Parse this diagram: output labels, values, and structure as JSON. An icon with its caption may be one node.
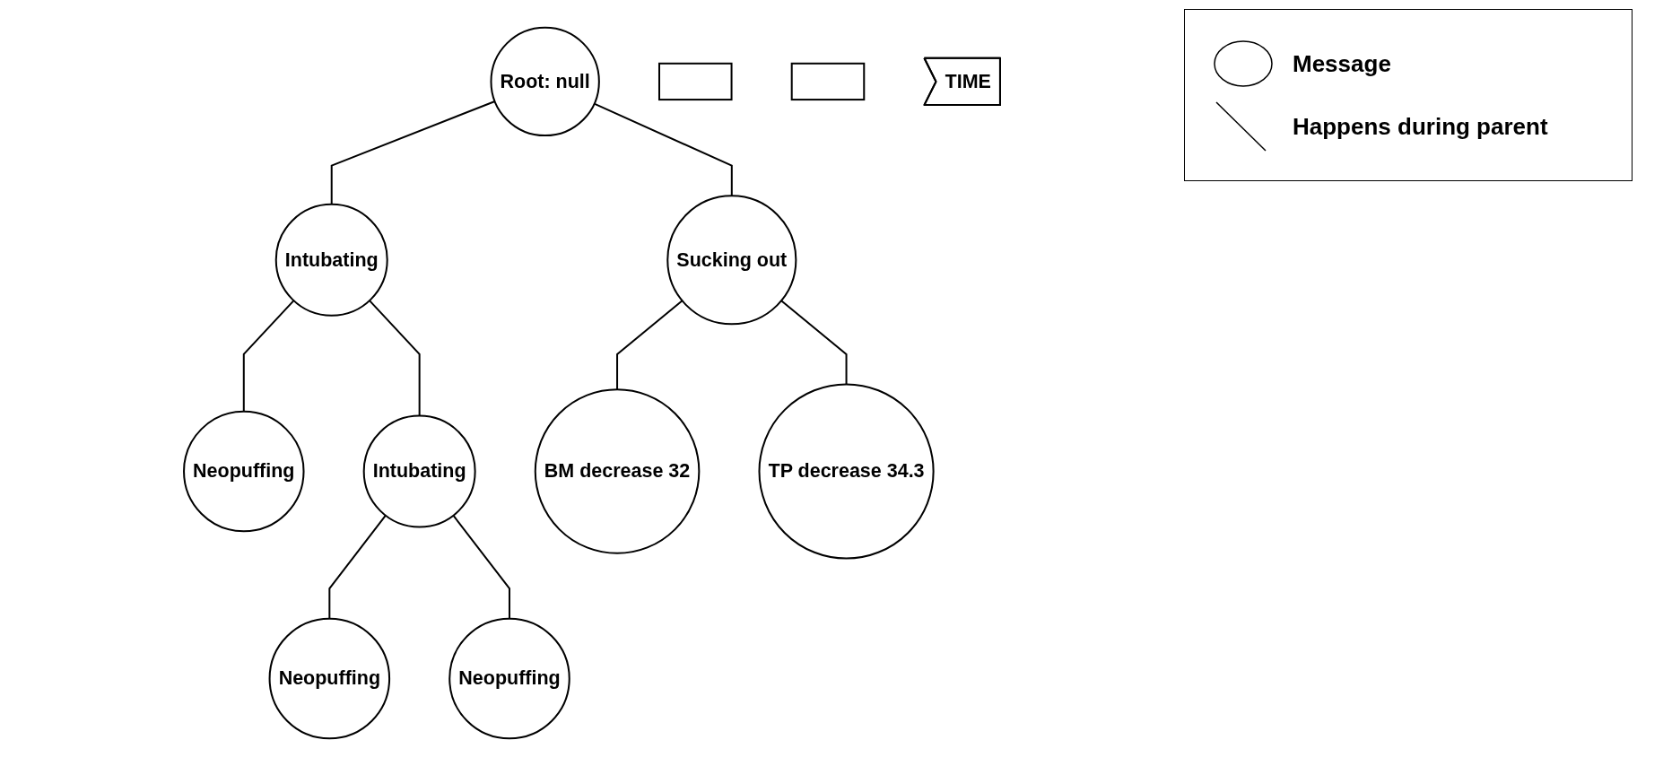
{
  "diagram": {
    "nodes": [
      {
        "text": [
          "Root: null"
        ]
      },
      {
        "text": [
          "Intubating"
        ]
      },
      {
        "text": [
          "Sucking out"
        ]
      },
      {
        "text": [
          "Neopuffing"
        ]
      },
      {
        "text": [
          "Intubating"
        ]
      },
      {
        "text": [
          "BM decrease 32"
        ]
      },
      {
        "text": [
          "TP decrease 34.3"
        ]
      },
      {
        "text": [
          "Neopuffing"
        ]
      },
      {
        "text": [
          "Neopuffing"
        ]
      },
      {
        "text": [],
        "shape": "box"
      },
      {
        "text": [],
        "shape": "box"
      },
      {
        "text": [
          "TIME"
        ]
      }
    ],
    "edges": [
      {
        "from": 0,
        "to": 1,
        "arrow": "none"
      },
      {
        "from": 0,
        "to": 2,
        "arrow": "none"
      },
      {
        "from": 1,
        "to": 3,
        "arrow": "none"
      },
      {
        "from": 1,
        "to": 4,
        "arrow": "none"
      },
      {
        "from": 4,
        "to": 7,
        "arrow": "none"
      },
      {
        "from": 4,
        "to": 8,
        "arrow": "none"
      },
      {
        "from": 2,
        "to": 5,
        "arrow": "none"
      },
      {
        "from": 2,
        "to": 6,
        "arrow": "none"
      }
    ],
    "legend": [
      {
        "text": "Message"
      },
      {
        "text": "Happens during parent"
      }
    ]
  }
}
